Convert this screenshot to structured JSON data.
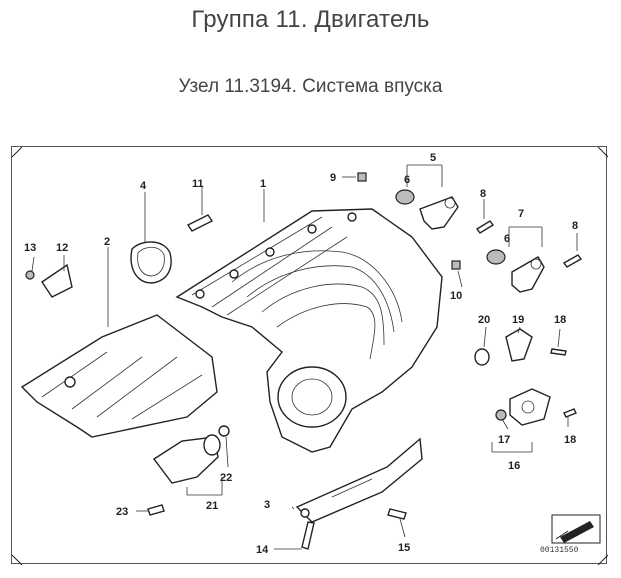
{
  "header": {
    "group_title": "Группа 11. Двигатель",
    "node_title": "Узел 11.3194. Система впуска"
  },
  "diagram": {
    "callouts": [
      {
        "id": "c1",
        "label": "1"
      },
      {
        "id": "c2",
        "label": "2"
      },
      {
        "id": "c3",
        "label": "3"
      },
      {
        "id": "c4",
        "label": "4"
      },
      {
        "id": "c5",
        "label": "5"
      },
      {
        "id": "c6a",
        "label": "6"
      },
      {
        "id": "c6b",
        "label": "6"
      },
      {
        "id": "c7",
        "label": "7"
      },
      {
        "id": "c8a",
        "label": "8"
      },
      {
        "id": "c8b",
        "label": "8"
      },
      {
        "id": "c9",
        "label": "9"
      },
      {
        "id": "c10",
        "label": "10"
      },
      {
        "id": "c11",
        "label": "11"
      },
      {
        "id": "c12",
        "label": "12"
      },
      {
        "id": "c13",
        "label": "13"
      },
      {
        "id": "c14",
        "label": "14"
      },
      {
        "id": "c15",
        "label": "15"
      },
      {
        "id": "c16",
        "label": "16"
      },
      {
        "id": "c17",
        "label": "17"
      },
      {
        "id": "c18a",
        "label": "18"
      },
      {
        "id": "c18b",
        "label": "18"
      },
      {
        "id": "c19",
        "label": "19"
      },
      {
        "id": "c20",
        "label": "20"
      },
      {
        "id": "c21",
        "label": "21"
      },
      {
        "id": "c22",
        "label": "22"
      },
      {
        "id": "c23",
        "label": "23"
      }
    ],
    "catalog_code": "00131550"
  }
}
